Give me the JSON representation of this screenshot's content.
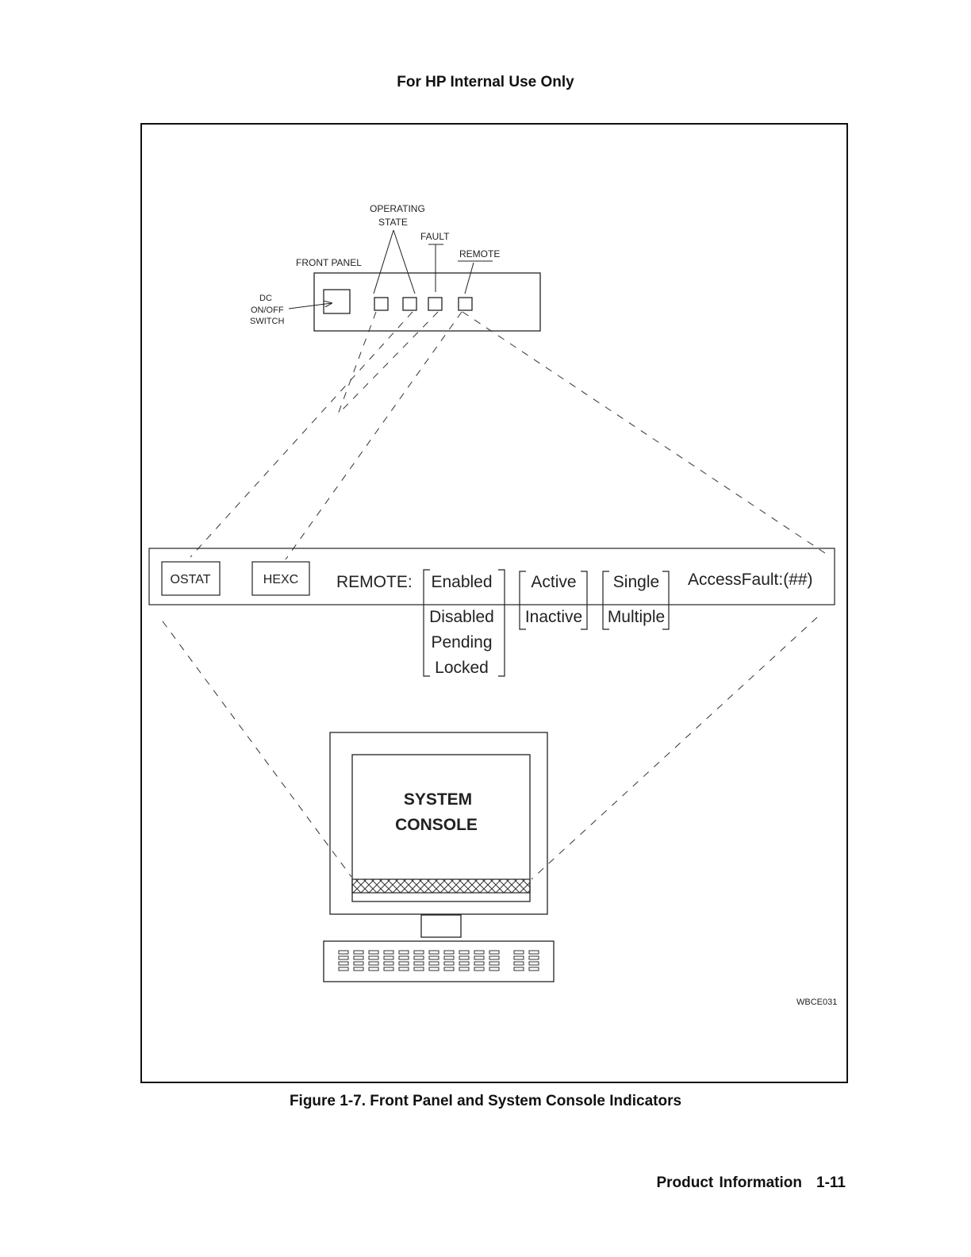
{
  "header": {
    "text": "For HP Internal Use Only"
  },
  "figure": {
    "front_panel": {
      "title": "FRONT PANEL",
      "operating_state_line1": "OPERATING",
      "operating_state_line2": "STATE",
      "fault": "FAULT",
      "remote": "REMOTE",
      "switch_line1": "DC",
      "switch_line2": "ON/OFF",
      "switch_line3": "SWITCH"
    },
    "status_line": {
      "ostat": "OSTAT",
      "hexc": "HEXC",
      "remote_label": "REMOTE:",
      "remote_states": [
        "Enabled",
        "Disabled",
        "Pending",
        "Locked"
      ],
      "activity_states": [
        "Active",
        "Inactive"
      ],
      "access_states": [
        "Single",
        "Multiple"
      ],
      "access_fault": "AccessFault:(##)"
    },
    "console": {
      "line1": "SYSTEM",
      "line2": "CONSOLE"
    },
    "figure_id": "WBCE031"
  },
  "caption": "Figure 1-7. Front Panel and System Console Indicators",
  "footer": {
    "section": "Product Information",
    "page": "1-11"
  }
}
